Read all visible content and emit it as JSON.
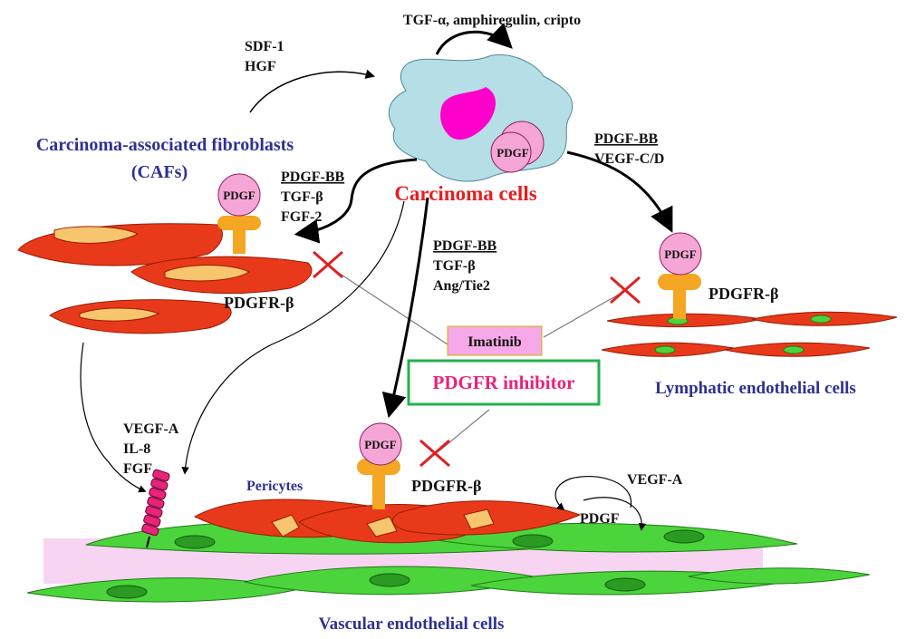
{
  "colors": {
    "accent_blue": "#2E3192",
    "carcinoma_red": "#E61E1E",
    "inhibitor_pink": "#E8237A",
    "inhibitor_box_border": "#22B14C",
    "imatinib_fill": "#F7A8E8",
    "pdgf_ball": "#F6A6D6",
    "receptor_orange": "#F5A623",
    "cell_red": "#E83A1A",
    "cell_nucleus": "#F6C56E",
    "endothelial_green": "#4CD43C",
    "vessel_pink": "#F7D4F2",
    "cancer_cell_fill": "#B5DEE6",
    "cancer_nucleus": "#FF00CC",
    "x_mark": "#E02020"
  },
  "labels": {
    "top_factors": "TGF-α, amphiregulin, cripto",
    "sdf1": "SDF-1",
    "hgf": "HGF",
    "caf_title_line1": "Carcinoma-associated fibroblasts",
    "caf_title_line2": "(CAFs)",
    "carcinoma_cells": "Carcinoma cells",
    "pdgf": "PDGF",
    "pdgfr_beta": "PDGFR-β",
    "left_factors": [
      "PDGF-BB",
      "TGF-β",
      "FGF-2"
    ],
    "center_factors": [
      "PDGF-BB",
      "TGF-β",
      "Ang/Tie2"
    ],
    "right_factors": [
      "PDGF-BB",
      "VEGF-C/D"
    ],
    "imatinib": "Imatinib",
    "pdgfr_inhibitor": "PDGFR inhibitor",
    "lymphatic_cells": "Lymphatic endothelial cells",
    "vegf_factors": [
      "VEGF-A",
      "IL-8",
      "FGF"
    ],
    "pericytes": "Pericytes",
    "vegf_a": "VEGF-A",
    "vascular_cells": "Vascular endothelial cells"
  }
}
